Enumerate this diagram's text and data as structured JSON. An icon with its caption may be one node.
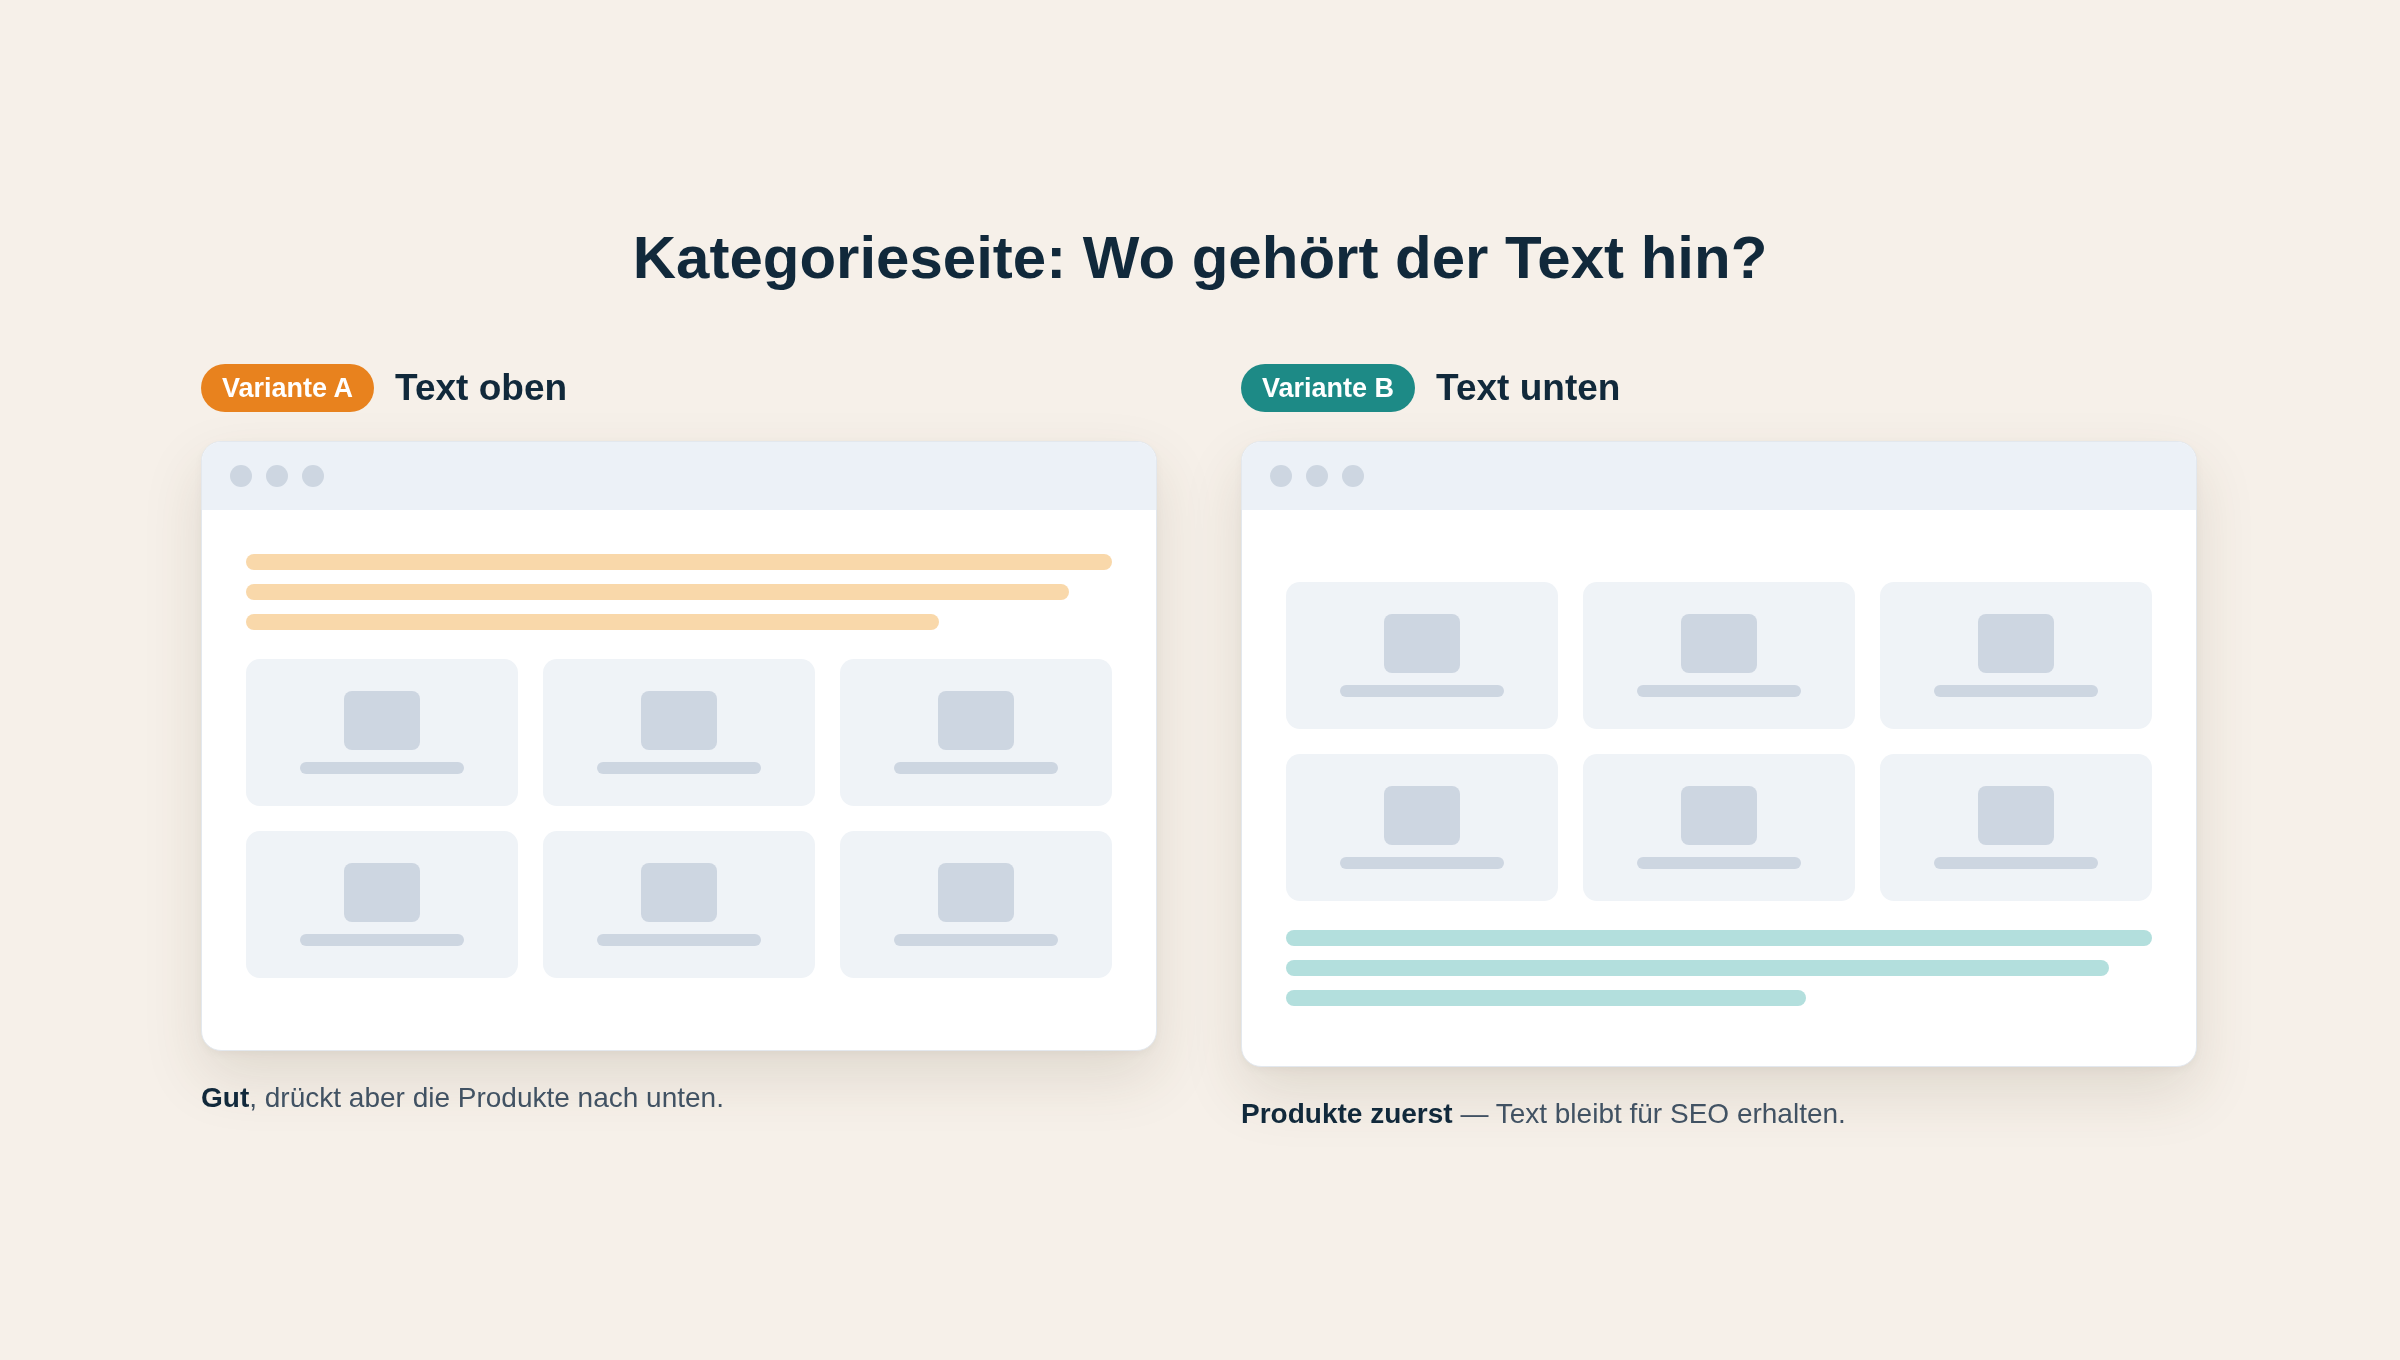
{
  "diagram": {
    "title": "Kategorieseite: Wo gehört der Text hin?",
    "nodes": [
      {
        "text": [
          "Variante A"
        ],
        "beside": [
          "Text oben"
        ]
      },
      {
        "text": [
          "Variante B"
        ],
        "beside": [
          "Text unten"
        ]
      }
    ],
    "labels": [
      "**Gut**, drückt aber die Produkte nach unten.",
      "**Produkte zuerst** — Text bleibt für SEO erhalten."
    ]
  }
}
